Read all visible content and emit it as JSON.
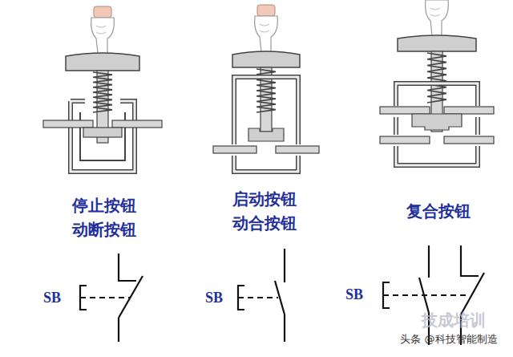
{
  "diagram": {
    "labels": [
      "停止按钮",
      "动断按钮",
      "启动按钮",
      "动合按钮",
      "复合按钮",
      "SB",
      "SB",
      "SB",
      "技成培训",
      "头条 @科技智能制造"
    ]
  }
}
